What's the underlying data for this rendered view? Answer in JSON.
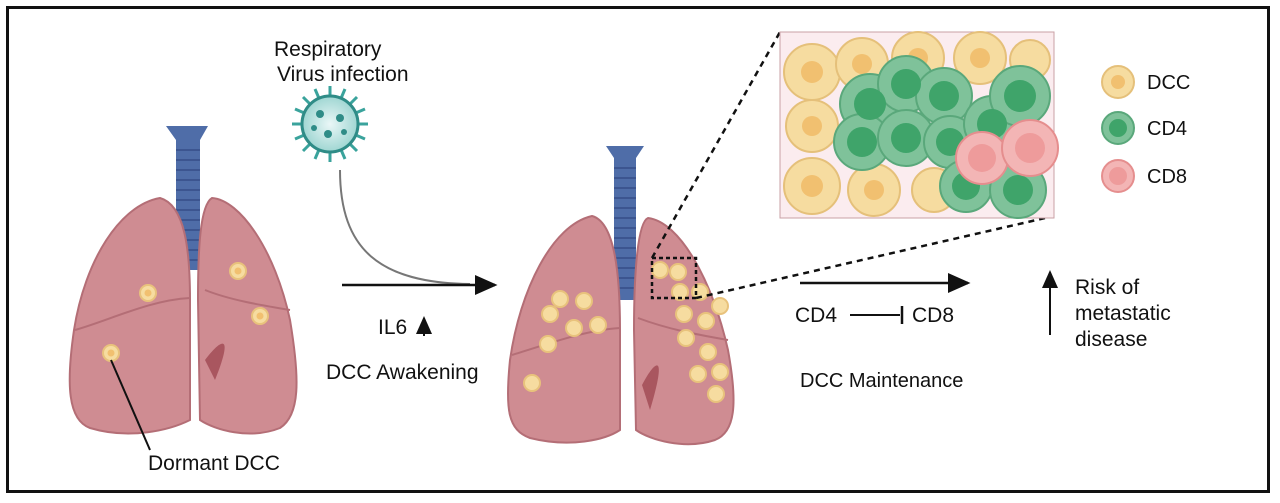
{
  "virus": {
    "line1": "Respiratory",
    "line2": "Virus infection"
  },
  "left_lung": {
    "label": "Dormant DCC"
  },
  "transition": {
    "il6": "IL6",
    "awakening": "DCC Awakening"
  },
  "maintenance": {
    "cd4": "CD4",
    "cd8": "CD8",
    "label": "DCC Maintenance"
  },
  "risk": {
    "line1": "Risk of",
    "line2": "metastatic",
    "line3": "disease"
  },
  "legend": {
    "items": [
      {
        "label": "DCC",
        "color": "#f6dca0"
      },
      {
        "label": "CD4",
        "color": "#7fc29a"
      },
      {
        "label": "CD8",
        "color": "#f3b5b5"
      }
    ]
  },
  "colors": {
    "lung": "#cf8c92",
    "lung_dark": "#a9565f",
    "trachea": "#4f6da8",
    "dcc": "#f6dca0",
    "cd4": "#7fc29a",
    "cd8": "#f3b5b5",
    "inset_bg": "#fbecef"
  }
}
